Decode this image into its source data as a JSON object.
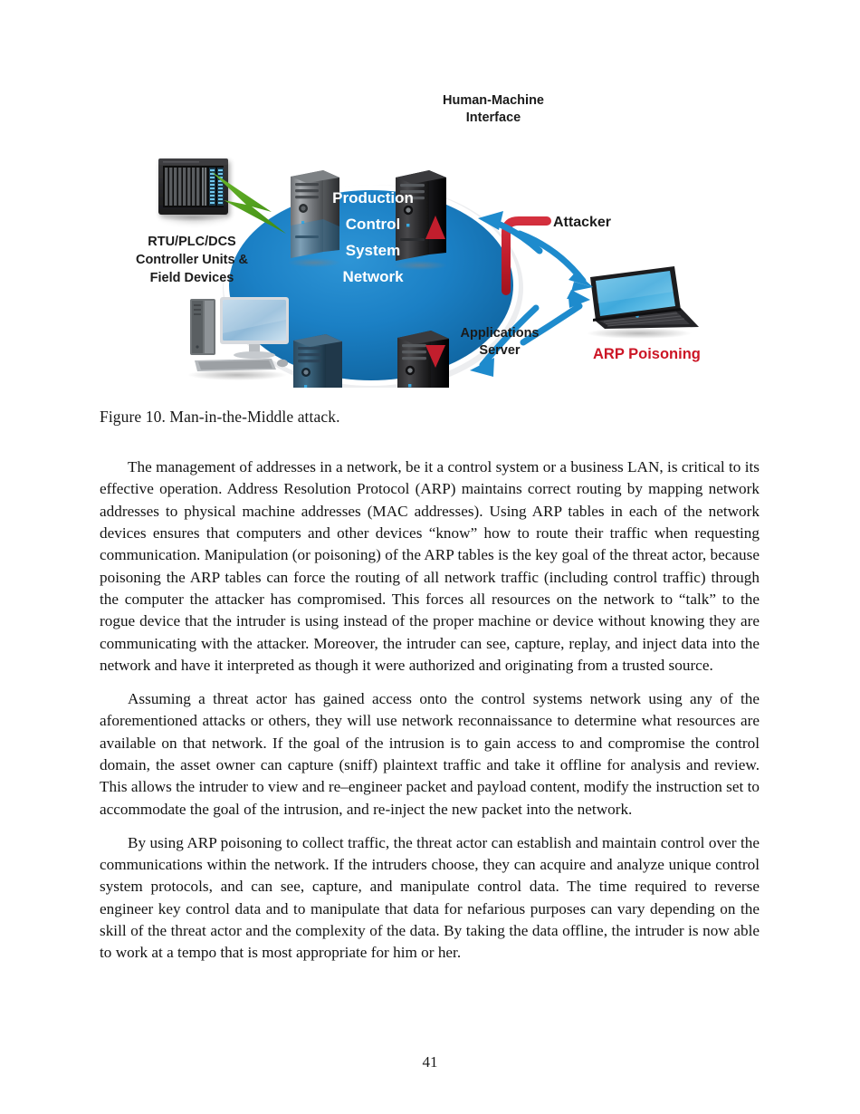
{
  "document": {
    "page_number": "41",
    "figure": {
      "caption": "Figure 10. Man-in-the-Middle attack.",
      "labels": {
        "rtu": [
          "RTU/PLC/DCS",
          "Controller Units &",
          "Field Devices"
        ],
        "hmi": [
          "Human-Machine",
          "Interface"
        ],
        "attacker": "Attacker",
        "arp_poisoning": "ARP Poisoning",
        "applications_server": [
          "Applications",
          "Server"
        ],
        "network": [
          "Production",
          "Control",
          "System",
          "Network"
        ]
      },
      "colors": {
        "ellipse_blue": "#1b7fc4",
        "ellipse_blue_dark": "#0e5d96",
        "attacker_red": "#c9202f",
        "arrow_blue": "#1e8bcd",
        "lightning_green": "#4ca019",
        "arp_text_red": "#cc1626",
        "label_black": "#1b1b1b"
      },
      "nodes": [
        {
          "name": "rtu-plc-dcs-rack",
          "type": "rack-device"
        },
        {
          "name": "workstation",
          "type": "desktop-computer"
        },
        {
          "name": "server-top-left",
          "type": "server-tower"
        },
        {
          "name": "server-hmi",
          "type": "server-tower"
        },
        {
          "name": "server-bottom-left",
          "type": "server-tower"
        },
        {
          "name": "server-applications",
          "type": "server-tower"
        },
        {
          "name": "attacker-laptop",
          "type": "laptop"
        }
      ]
    },
    "paragraphs": [
      "The management of addresses in a network, be it a control system or a business LAN, is critical to its effective operation. Address Resolution Protocol (ARP) maintains correct routing by mapping network addresses to physical machine addresses (MAC addresses). Using ARP tables in each of the network devices ensures that computers and other devices “know” how to route their traffic when requesting communication. Manipulation (or poisoning) of the ARP tables is the key goal of the threat actor, because poisoning the ARP tables can force the routing of all network traffic (including control traffic) through the computer the attacker has compromised. This forces all resources on the network to “talk” to the rogue device that the intruder is using instead of the proper machine or device without knowing they are communicating with the attacker. Moreover, the intruder can see, capture, replay, and inject data into the network and have it interpreted as though it were authorized and originating from a trusted source.",
      "Assuming a threat actor has gained access onto the control systems network using any of the aforementioned attacks or others, they will use network reconnaissance to determine what resources are available on that network. If the goal of the intrusion is to gain access to and compromise the control domain, the asset owner can capture (sniff) plaintext traffic and take it offline for analysis and review. This allows the intruder to view and re–engineer packet and payload content, modify the instruction set to accommodate the goal of the intrusion, and re-inject the new packet into the network.",
      "By using ARP poisoning to collect traffic, the threat actor can establish and maintain control over the communications within the network. If the intruders choose, they can acquire and analyze unique control system protocols, and can see, capture, and manipulate control data. The time required to reverse engineer key control data and to manipulate that data for nefarious purposes can vary depending on the skill of the threat actor and the complexity of the data. By taking the data offline, the intruder is now able to work at a tempo that is most appropriate for him or her."
    ]
  }
}
